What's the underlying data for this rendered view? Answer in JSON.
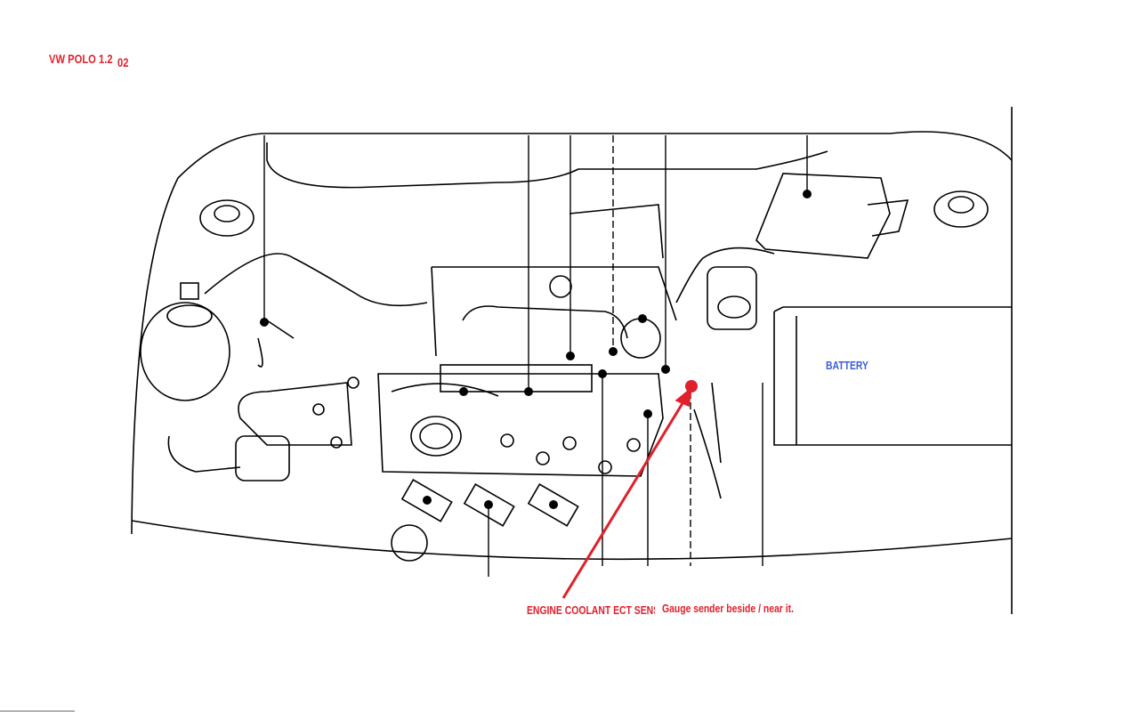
{
  "header": {
    "title": "VW POLO  1.2",
    "year": "02"
  },
  "labels": {
    "battery": "BATTERY",
    "ect_sensor": "ENGINE COOLANT ECT SENSOR",
    "gauge_note": "Gauge sender beside / near it."
  },
  "colors": {
    "annotation": "#e0202a",
    "battery_label": "#3a5fd8",
    "line": "#000000"
  }
}
